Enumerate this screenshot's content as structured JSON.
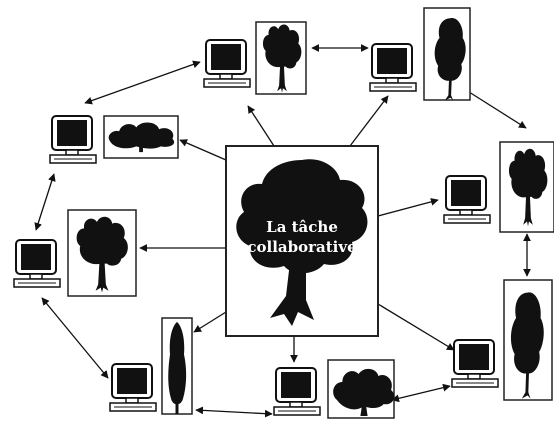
{
  "center": {
    "label_line1": "La tâche",
    "label_line2": "collaborative"
  },
  "colors": {
    "ink": "#111111",
    "frame": "#222222",
    "background": "#ffffff"
  },
  "nodes": [
    {
      "id": "top-left",
      "icon": "computer-icon",
      "tree": "broad-tree-icon"
    },
    {
      "id": "top-center",
      "icon": "computer-icon",
      "tree": "tall-tree-icon"
    },
    {
      "id": "upper-left",
      "icon": "computer-icon",
      "tree": "low-shrub-icon"
    },
    {
      "id": "right-upper",
      "icon": "computer-icon",
      "tree": "broad-tree-icon"
    },
    {
      "id": "left-middle",
      "icon": "computer-icon",
      "tree": "broad-tree-icon"
    },
    {
      "id": "right-lower",
      "icon": "computer-icon",
      "tree": "tall-tree-icon"
    },
    {
      "id": "bottom-left",
      "icon": "computer-icon",
      "tree": "cypress-tree-icon"
    },
    {
      "id": "bottom-center",
      "icon": "computer-icon",
      "tree": "wide-shrub-icon"
    }
  ]
}
